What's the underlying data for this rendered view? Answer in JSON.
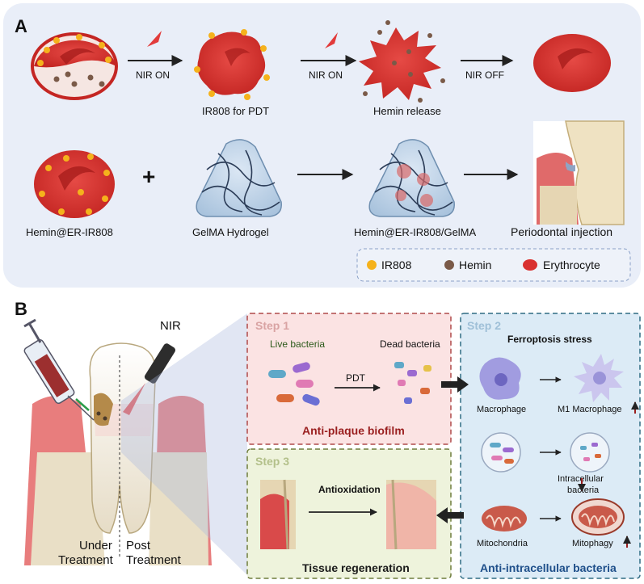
{
  "panel_a": {
    "letter": "A",
    "row1": {
      "arrow1_label": "NIR ON",
      "arrow2_label": "NIR ON",
      "arrow3_label": "NIR OFF",
      "ir808_label": "IR808 for PDT",
      "hemin_release_label": "Hemin release"
    },
    "row2": {
      "hemin_er_label": "Hemin@ER-IR808",
      "plus": "+",
      "gelma_label": "GelMA Hydrogel",
      "composite_label": "Hemin@ER-IR808/GelMA",
      "injection_label": "Periodontal  injection"
    },
    "legend": {
      "ir808": "IR808",
      "hemin": "Hemin",
      "erythrocyte": "Erythrocyte"
    }
  },
  "panel_b": {
    "letter": "B",
    "nir_label": "NIR",
    "under_treatment": [
      "Under",
      "Treatment"
    ],
    "post_treatment": [
      "Post",
      "Treatment"
    ],
    "step1": {
      "title": "Step 1",
      "live_bacteria": "Live bacteria",
      "dead_bacteria": "Dead bacteria",
      "pdt": "PDT",
      "footer": "Anti-plaque biofilm"
    },
    "step2": {
      "title": "Step 2",
      "heading": "Ferroptosis stress",
      "macrophage": "Macrophage",
      "m1_macrophage": "M1 Macrophage",
      "intracellular_bacteria": [
        "Intracellular",
        "bacteria"
      ],
      "mitochondria": "Mitochondria",
      "mitophagy": "Mitophagy",
      "footer": "Anti-intracellular bacteria"
    },
    "step3": {
      "title": "Step 3",
      "antioxidation": "Antioxidation",
      "footer": "Tissue regeneration"
    }
  },
  "colors": {
    "panel_bg": "#e9eef8",
    "rbc_red": "#d9302f",
    "ir808_dot": "#f5b21c",
    "hemin_dot": "#7a5a48",
    "step1_border": "#b04a4a",
    "step1_bg": "#fbe3e3",
    "step2_border": "#2f6c84",
    "step2_bg": "#dcebf6",
    "step3_border": "#6f7d3c",
    "step3_bg": "#eef3dc",
    "footer_red": "#9a1f1f",
    "footer_blue": "#1e4f8a",
    "up_arrow": "#9a1f1f"
  }
}
